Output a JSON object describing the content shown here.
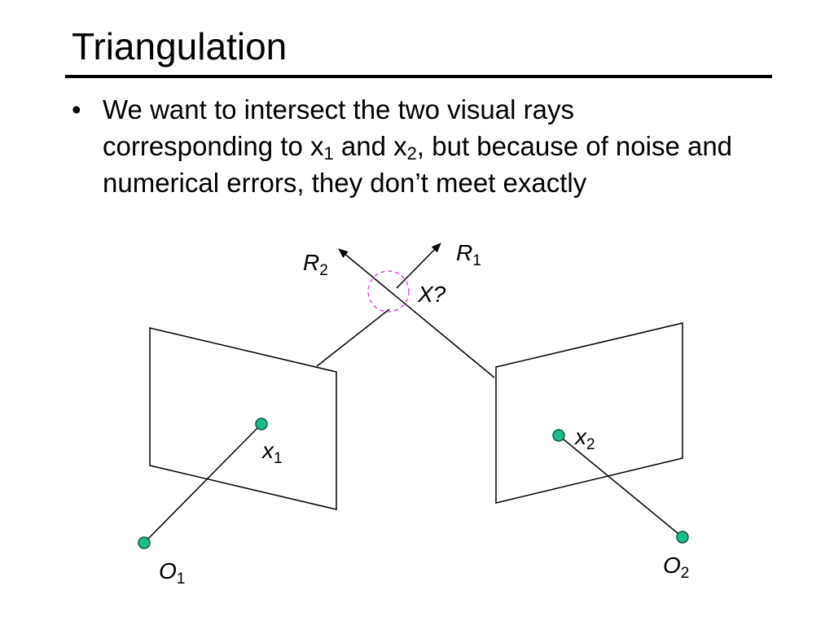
{
  "slide": {
    "title": "Triangulation",
    "bullet_symbol": "•",
    "bullet": {
      "t1": "We want to intersect the two visual rays corresponding to x",
      "s1": "1",
      "t2": " and x",
      "s2": "2",
      "t3": ", but because of noise and numerical errors, they don’t meet exactly"
    }
  },
  "diagram": {
    "labels": {
      "R2": {
        "main": "R",
        "sub": "2"
      },
      "R1": {
        "main": "R",
        "sub": "1"
      },
      "X": {
        "main": "X?"
      },
      "x1": {
        "main": "x",
        "sub": "1"
      },
      "x2": {
        "main": "x",
        "sub": "2"
      },
      "O1": {
        "main": "O",
        "sub": "1"
      },
      "O2": {
        "main": "O",
        "sub": "2"
      }
    },
    "colors": {
      "point_fill": "#1abc8c",
      "point_stroke": "#0d5c45",
      "circle": "#d94fd9",
      "line": "#000000"
    }
  }
}
